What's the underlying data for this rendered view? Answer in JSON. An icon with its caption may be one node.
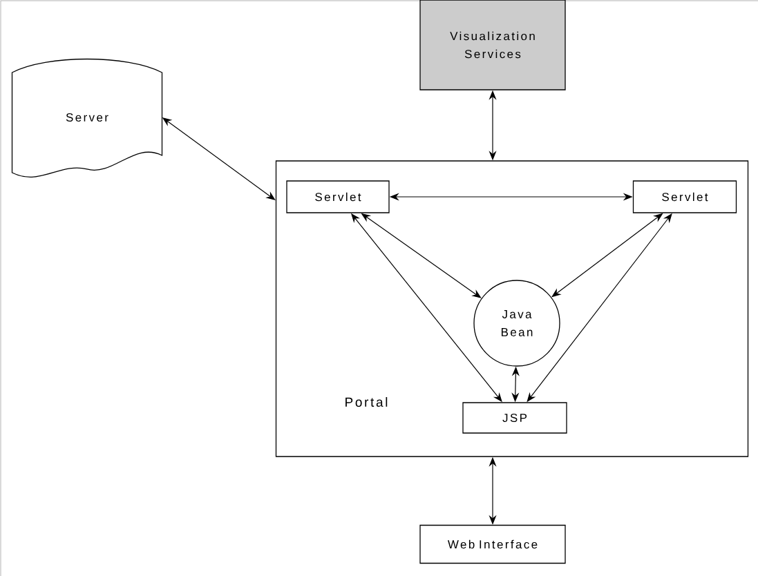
{
  "diagram": {
    "nodes": [
      {
        "text": [
          "Visualization Services"
        ]
      },
      {
        "text": [
          "Server"
        ]
      },
      {
        "text": [
          "Portal"
        ]
      },
      {
        "text": [
          "Servlet"
        ],
        "in": 2
      },
      {
        "text": [
          "Servlet"
        ],
        "in": 2
      },
      {
        "text": [
          "Java Bean"
        ],
        "in": 2
      },
      {
        "text": [
          "JSP"
        ],
        "in": 2
      },
      {
        "text": [
          "Web Interface"
        ]
      }
    ],
    "edges": [
      {
        "from": 0,
        "to": 2,
        "arrow": "both"
      },
      {
        "from": 1,
        "to": 2,
        "arrow": "both"
      },
      {
        "from": 3,
        "to": 4,
        "arrow": "both"
      },
      {
        "from": 3,
        "to": 5,
        "arrow": "both"
      },
      {
        "from": 4,
        "to": 5,
        "arrow": "both"
      },
      {
        "from": 3,
        "to": 6,
        "arrow": "both"
      },
      {
        "from": 4,
        "to": 6,
        "arrow": "both"
      },
      {
        "from": 5,
        "to": 6,
        "arrow": "both"
      },
      {
        "from": 2,
        "to": 7,
        "arrow": "both"
      }
    ]
  }
}
